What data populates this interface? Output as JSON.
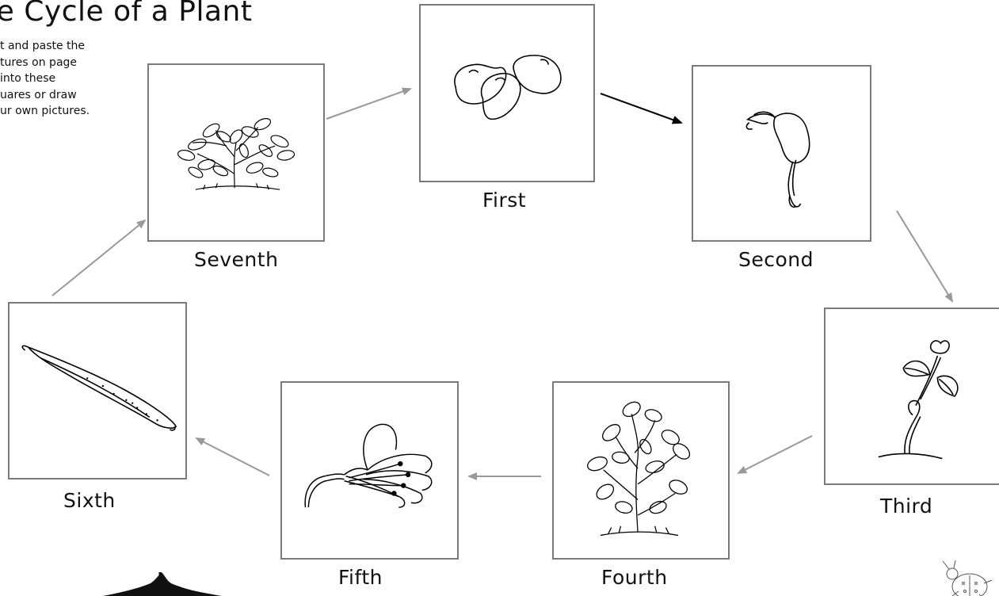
{
  "title": "ife Cycle of a Plant",
  "instructions": [
    "t and paste the",
    "tures on page",
    "into these",
    "uares or draw",
    "ur own pictures."
  ],
  "stages": {
    "first": {
      "label": "First",
      "picture": "bean-seeds"
    },
    "second": {
      "label": "Second",
      "picture": "germinating-seed"
    },
    "third": {
      "label": "Third",
      "picture": "seedling"
    },
    "fourth": {
      "label": "Fourth",
      "picture": "leafy-plant"
    },
    "fifth": {
      "label": "Fifth",
      "picture": "flower"
    },
    "sixth": {
      "label": "Sixth",
      "picture": "bean-pod"
    },
    "seventh": {
      "label": "Seventh",
      "picture": "mature-bush"
    }
  },
  "arrow_colors": {
    "first_to_second": "#000000",
    "others": "#999999"
  }
}
